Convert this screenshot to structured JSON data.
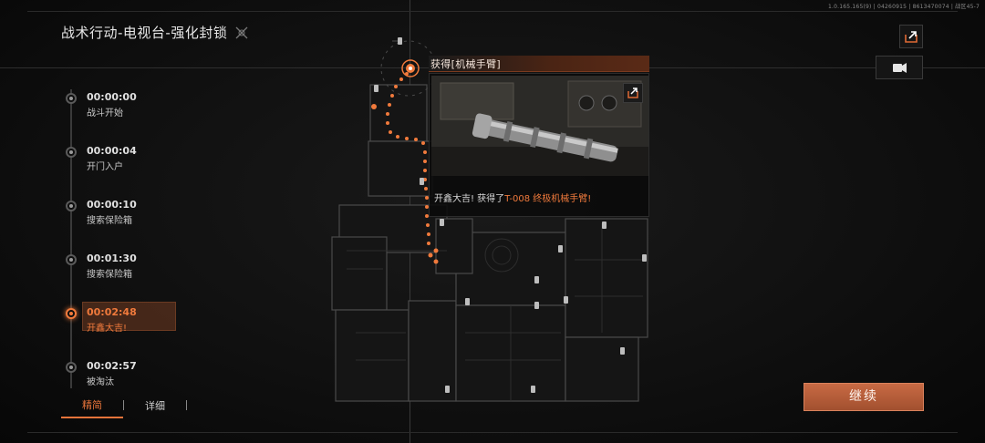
{
  "version_info": "1.0.165.165(9) | 04260915 | 8613470074 | 战区45-7",
  "title": "战术行动-电视台-强化封锁",
  "timeline": [
    {
      "time": "00:00:00",
      "label": "战斗开始",
      "active": false
    },
    {
      "time": "00:00:04",
      "label": "开门入户",
      "active": false
    },
    {
      "time": "00:00:10",
      "label": "搜索保险箱",
      "active": false
    },
    {
      "time": "00:01:30",
      "label": "搜索保险箱",
      "active": false
    },
    {
      "time": "00:02:48",
      "label": "开鑫大吉!",
      "active": true
    },
    {
      "time": "00:02:57",
      "label": "被淘汰",
      "active": false
    }
  ],
  "tabs": {
    "simple": "精简",
    "detail": "详细",
    "separator": "|"
  },
  "popup": {
    "title": "获得[机械手臂]",
    "message_prefix": "开鑫大吉! 获得了",
    "message_item": "T-008 终极机械手臂!"
  },
  "continue_label": "继续",
  "colors": {
    "accent": "#f07a3c",
    "button": "#b85b37"
  },
  "icons": {
    "share": "share-icon",
    "video": "video-icon",
    "title": "crosshair-icon"
  }
}
